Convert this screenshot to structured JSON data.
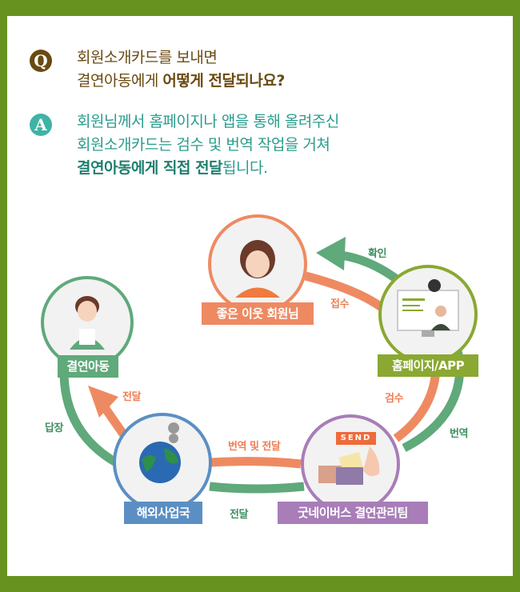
{
  "frame": {
    "border_color": "#68921f",
    "background": "#ffffff"
  },
  "question": {
    "badge": "Q",
    "badge_color": "#6a4a10",
    "line1": "회원소개카드를 보내면",
    "line2_normal": "결연아동에게 ",
    "line2_bold": "어떻게 전달되나요?"
  },
  "answer": {
    "badge": "A",
    "badge_color": "#3fb3a4",
    "line1": "회원님께서 홈페이지나 앱을 통해 올려주신",
    "line2": "회원소개카드는 검수 및 번역 작업을 거쳐",
    "line3_bold": "결연아동에게 직접 전달",
    "line3_normal": "됩니다."
  },
  "diagram": {
    "nodes": [
      {
        "id": "member",
        "label": "좋은 이웃 회원님",
        "icon": "woman-avatar-icon",
        "color": "#ee8a62"
      },
      {
        "id": "homepage",
        "label": "홈페이지/APP",
        "icon": "monitor-video-icon",
        "color": "#8aa832"
      },
      {
        "id": "child",
        "label": "결연아동",
        "icon": "boy-with-letter-icon",
        "color": "#5fa97a"
      },
      {
        "id": "overseas",
        "label": "해외사업국",
        "icon": "globe-pin-icon",
        "color": "#5b8fc4"
      },
      {
        "id": "team",
        "label": "굿네이버스 결연관리팀",
        "icon": "send-mail-icon",
        "color": "#a87db8"
      }
    ],
    "edges": {
      "confirm": "확인",
      "receive": "접수",
      "review": "검수",
      "translate": "번역",
      "translate_deliver": "번역 및 전달",
      "deliver_bottom": "전달",
      "deliver_child": "전달",
      "reply": "답장"
    },
    "send_button_text": "SEND",
    "colors": {
      "orange": "#ee8a62",
      "green": "#5fa97a"
    }
  }
}
